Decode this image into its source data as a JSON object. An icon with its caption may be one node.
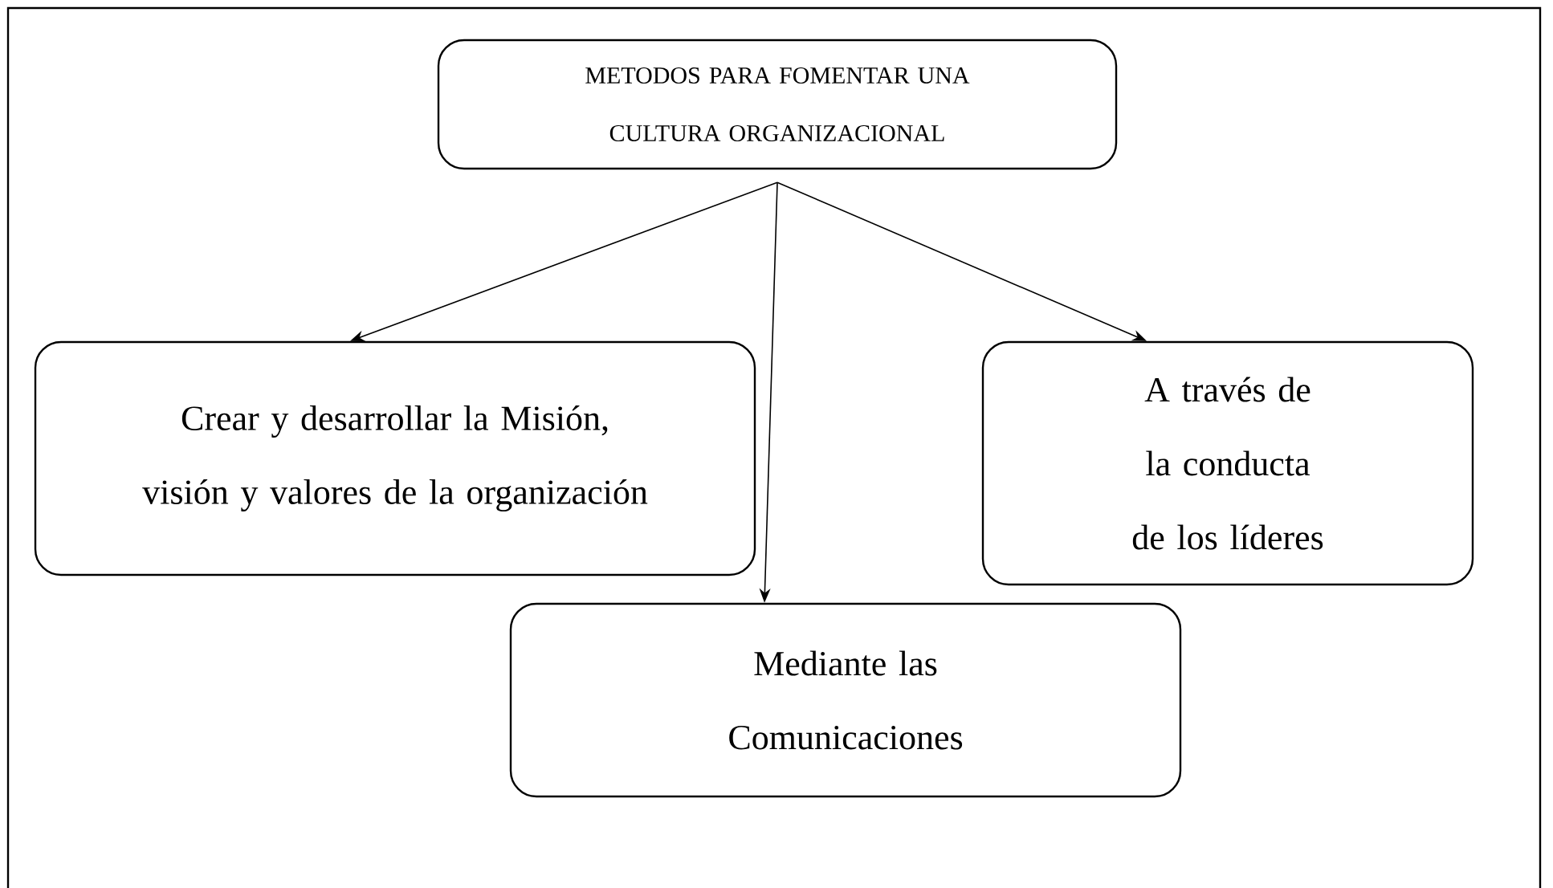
{
  "diagram": {
    "nodes": [
      {
        "text": [
          "METODOS PARA FOMENTAR UNA CULTURA ORGANIZACIONAL"
        ]
      },
      {
        "text": [
          "Crear y desarrollar la Misión, visión y valores de la organización"
        ]
      },
      {
        "text": [
          "A través de la conducta de los líderes"
        ]
      },
      {
        "text": [
          "Mediante las Comunicaciones"
        ]
      }
    ],
    "edges": [
      {
        "from": 0,
        "to": 1,
        "arrow": "to"
      },
      {
        "from": 0,
        "to": 2,
        "arrow": "to"
      },
      {
        "from": 0,
        "to": 3,
        "arrow": "to"
      }
    ]
  }
}
